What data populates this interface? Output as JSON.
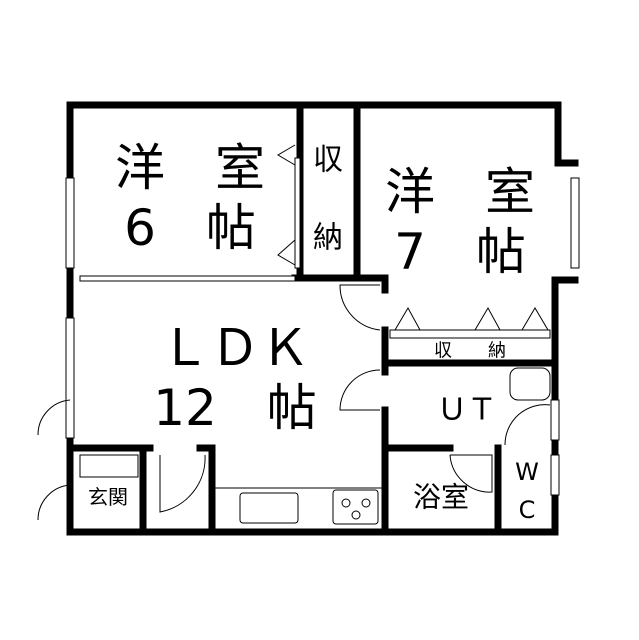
{
  "rooms": {
    "western_room_6": {
      "name": "洋　室",
      "size": "6　帖"
    },
    "closet_1": {
      "top": "収",
      "bottom": "納"
    },
    "western_room_7": {
      "name": "洋　室",
      "size": "7　帖"
    },
    "ldk": {
      "name": "ＬＤＫ",
      "size": "12　帖"
    },
    "closet_2": {
      "label": "収　　納"
    },
    "utility": {
      "label": "ＵＴ"
    },
    "bathroom": {
      "label": "浴室"
    },
    "toilet": {
      "top": "W",
      "bottom": "C"
    },
    "entrance": {
      "label": "玄関"
    }
  }
}
